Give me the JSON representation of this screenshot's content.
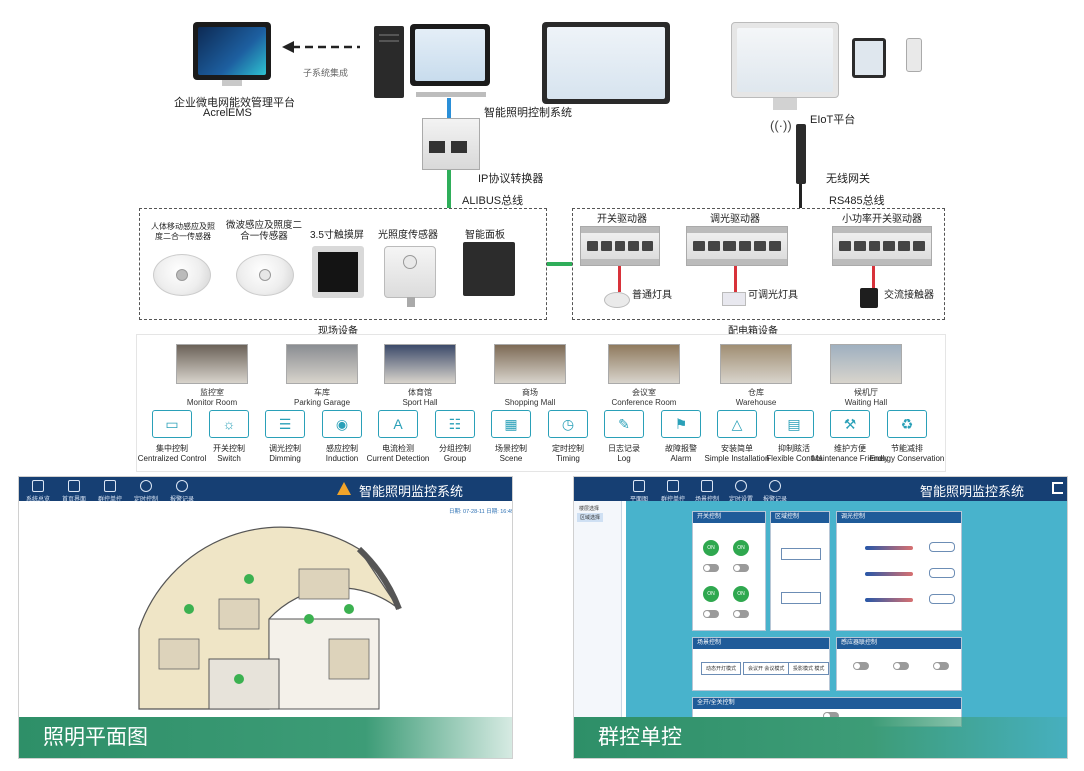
{
  "top": {
    "acrelems_line1": "企业微电网能效管理平台",
    "acrelems_line2": "AcrelEMS",
    "subsystem_integration": "子系统集成",
    "lighting_control_system": "智能照明控制系统",
    "eiot_platform": "EIoT平台",
    "ip_converter": "IP协议转换器",
    "alibus": "ALIBUS总线",
    "wireless_gateway": "无线网关",
    "rs485": "RS485总线"
  },
  "field_devices": {
    "group_label": "现场设备",
    "items": [
      {
        "label": "人体移动感应及照度二合一传感器"
      },
      {
        "label": "微波感应及照度二合一传感器"
      },
      {
        "label": "3.5寸触摸屏"
      },
      {
        "label": "光照度传感器"
      },
      {
        "label": "智能面板"
      }
    ]
  },
  "distribution_box": {
    "group_label": "配电箱设备",
    "drivers": [
      {
        "label": "开关驱动器"
      },
      {
        "label": "调光驱动器"
      },
      {
        "label": "小功率开关驱动器"
      }
    ],
    "loads": [
      {
        "label": "普通灯具"
      },
      {
        "label": "可调光灯具"
      },
      {
        "label": "交流接触器"
      }
    ]
  },
  "scenes": [
    {
      "cn": "监控室",
      "en": "Monitor Room",
      "color": "#6b6258"
    },
    {
      "cn": "车库",
      "en": "Parking Garage",
      "color": "#8a8d92"
    },
    {
      "cn": "体育馆",
      "en": "Sport Hall",
      "color": "#3c4a6a"
    },
    {
      "cn": "商场",
      "en": "Shopping Mall",
      "color": "#7d6a55"
    },
    {
      "cn": "会议室",
      "en": "Conference Room",
      "color": "#8f7a5e"
    },
    {
      "cn": "仓库",
      "en": "Warehouse",
      "color": "#a08e73"
    },
    {
      "cn": "候机厅",
      "en": "Waiting Hall",
      "color": "#9fb0c0"
    }
  ],
  "functions": [
    {
      "cn": "集中控制",
      "en": "Centralized Control",
      "glyph": "▭"
    },
    {
      "cn": "开关控制",
      "en": "Switch",
      "glyph": "☼"
    },
    {
      "cn": "调光控制",
      "en": "Dimming",
      "glyph": "☰"
    },
    {
      "cn": "感应控制",
      "en": "Induction",
      "glyph": "◉"
    },
    {
      "cn": "电流检测",
      "en": "Current Detection",
      "glyph": "A"
    },
    {
      "cn": "分组控制",
      "en": "Group",
      "glyph": "☷"
    },
    {
      "cn": "场景控制",
      "en": "Scene",
      "glyph": "▦"
    },
    {
      "cn": "定时控制",
      "en": "Timing",
      "glyph": "◷"
    },
    {
      "cn": "日志记录",
      "en": "Log",
      "glyph": "✎"
    },
    {
      "cn": "故障报警",
      "en": "Alarm",
      "glyph": "⚑"
    },
    {
      "cn": "安装简单",
      "en": "Simple Installation",
      "glyph": "△"
    },
    {
      "cn": "抑制眩活",
      "en": "Flexible Control",
      "glyph": "▤"
    },
    {
      "cn": "维护方便",
      "en": "Maintenance Friendly",
      "glyph": "⚒"
    },
    {
      "cn": "节能减排",
      "en": "Energy Conservation",
      "glyph": "♻"
    }
  ],
  "left_screen": {
    "title": "智能照明监控系统",
    "caption": "照明平面图",
    "status_text": "日期: 07-28-11  日期: 16:49:5",
    "nav": [
      "系统总览",
      "首页界面",
      "群控单控",
      "定时控制",
      "报警记录"
    ]
  },
  "right_screen": {
    "title": "智能照明监控系统",
    "caption": "群控单控",
    "nav": [
      "平面图",
      "群控单控",
      "场景控制",
      "定时设置",
      "报警记录"
    ],
    "side_items": [
      "楼层选择",
      "区域选择"
    ],
    "panels": {
      "switch": "开关控制",
      "zone": "区域控制",
      "dimming": "调光控制",
      "scene": "场景控制",
      "sensor": "感应器联控制",
      "all": "全开/全关控制"
    },
    "on_label": "ON",
    "scene_buttons": [
      "动态开灯模式",
      "会议开 会议模式",
      "投影模式 模式"
    ]
  },
  "colors": {
    "navy": "#163f73",
    "teal": "#2aa0b8",
    "green": "#2fae5a",
    "blue_wire": "#2a8fd8",
    "red_wire": "#d8323a",
    "caption_green": "#2e8f68"
  }
}
